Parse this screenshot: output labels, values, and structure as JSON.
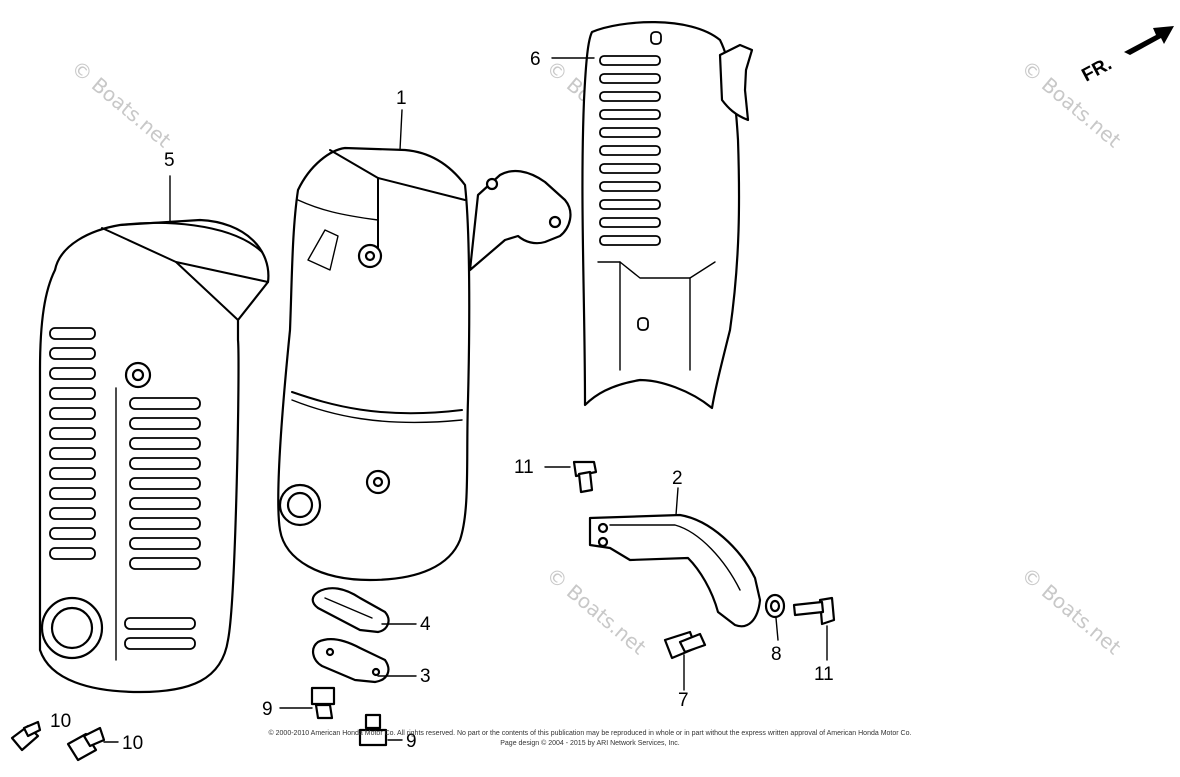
{
  "diagram": {
    "orientation_label": "FR.",
    "copyright_line1": "© 2000-2010 American Honda Motor Co. All rights reserved. No part or the contents of this publication may be reproduced in whole or in part without the express written approval of American Honda Motor Co.",
    "copyright_line2": "Page design © 2004 - 2015 by ARI Network Services, Inc.",
    "watermark_text": "© Boats.net",
    "callouts": [
      {
        "id": "c1",
        "label": "1"
      },
      {
        "id": "c2",
        "label": "2"
      },
      {
        "id": "c3",
        "label": "3"
      },
      {
        "id": "c4",
        "label": "4"
      },
      {
        "id": "c5",
        "label": "5"
      },
      {
        "id": "c6",
        "label": "6"
      },
      {
        "id": "c7",
        "label": "7"
      },
      {
        "id": "c8",
        "label": "8"
      },
      {
        "id": "c9a",
        "label": "9"
      },
      {
        "id": "c9b",
        "label": "9"
      },
      {
        "id": "c10a",
        "label": "10"
      },
      {
        "id": "c10b",
        "label": "10"
      },
      {
        "id": "c11a",
        "label": "11"
      },
      {
        "id": "c11b",
        "label": "11"
      }
    ]
  }
}
